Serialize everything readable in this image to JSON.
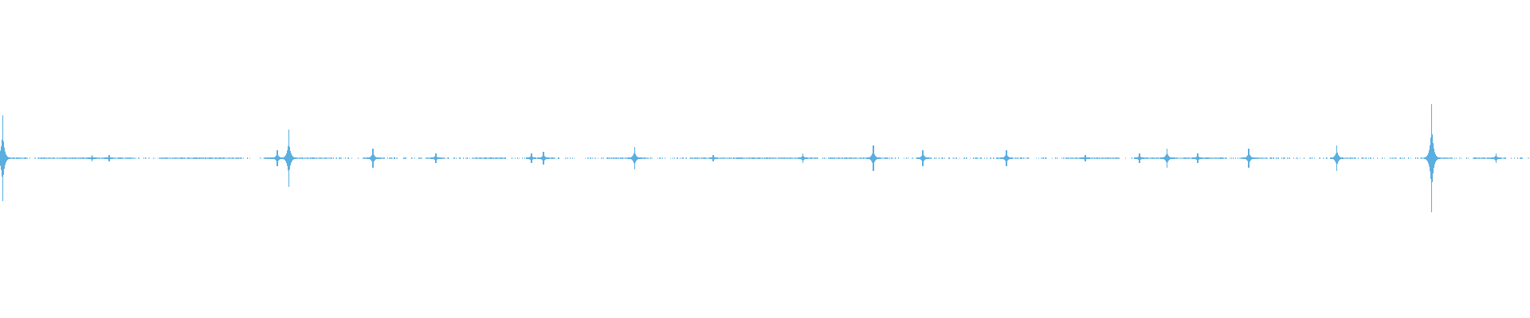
{
  "waveform": {
    "color": "#5aaee0",
    "background": "#ffffff",
    "peaks": [
      {
        "t": 0.0015,
        "amp": 0.27
      },
      {
        "t": 0.06,
        "amp": 0.02
      },
      {
        "t": 0.071,
        "amp": 0.02
      },
      {
        "t": 0.181,
        "amp": 0.05
      },
      {
        "t": 0.1885,
        "amp": 0.18
      },
      {
        "t": 0.2435,
        "amp": 0.06
      },
      {
        "t": 0.2845,
        "amp": 0.03
      },
      {
        "t": 0.347,
        "amp": 0.03
      },
      {
        "t": 0.355,
        "amp": 0.04
      },
      {
        "t": 0.4145,
        "amp": 0.07
      },
      {
        "t": 0.466,
        "amp": 0.02
      },
      {
        "t": 0.5245,
        "amp": 0.03
      },
      {
        "t": 0.5705,
        "amp": 0.08
      },
      {
        "t": 0.603,
        "amp": 0.05
      },
      {
        "t": 0.6575,
        "amp": 0.05
      },
      {
        "t": 0.709,
        "amp": 0.02
      },
      {
        "t": 0.7445,
        "amp": 0.03
      },
      {
        "t": 0.7625,
        "amp": 0.06
      },
      {
        "t": 0.7825,
        "amp": 0.03
      },
      {
        "t": 0.816,
        "amp": 0.06
      },
      {
        "t": 0.8735,
        "amp": 0.08
      },
      {
        "t": 0.9355,
        "amp": 0.34
      },
      {
        "t": 0.9775,
        "amp": 0.03
      }
    ],
    "baseline_noise": 0.005,
    "gaps": [
      {
        "start": 0.018,
        "end": 0.024
      },
      {
        "start": 0.088,
        "end": 0.104
      },
      {
        "start": 0.158,
        "end": 0.172
      },
      {
        "start": 0.2155,
        "end": 0.2375
      },
      {
        "start": 0.2515,
        "end": 0.278
      },
      {
        "start": 0.291,
        "end": 0.308
      },
      {
        "start": 0.3305,
        "end": 0.344
      },
      {
        "start": 0.362,
        "end": 0.398
      },
      {
        "start": 0.4235,
        "end": 0.45
      },
      {
        "start": 0.5345,
        "end": 0.541
      },
      {
        "start": 0.5795,
        "end": 0.598
      },
      {
        "start": 0.6085,
        "end": 0.651
      },
      {
        "start": 0.6675,
        "end": 0.697
      },
      {
        "start": 0.7315,
        "end": 0.741
      },
      {
        "start": 0.8,
        "end": 0.81
      },
      {
        "start": 0.8285,
        "end": 0.869
      },
      {
        "start": 0.886,
        "end": 0.928
      },
      {
        "start": 0.947,
        "end": 0.962
      },
      {
        "start": 0.984,
        "end": 1.0
      }
    ]
  }
}
